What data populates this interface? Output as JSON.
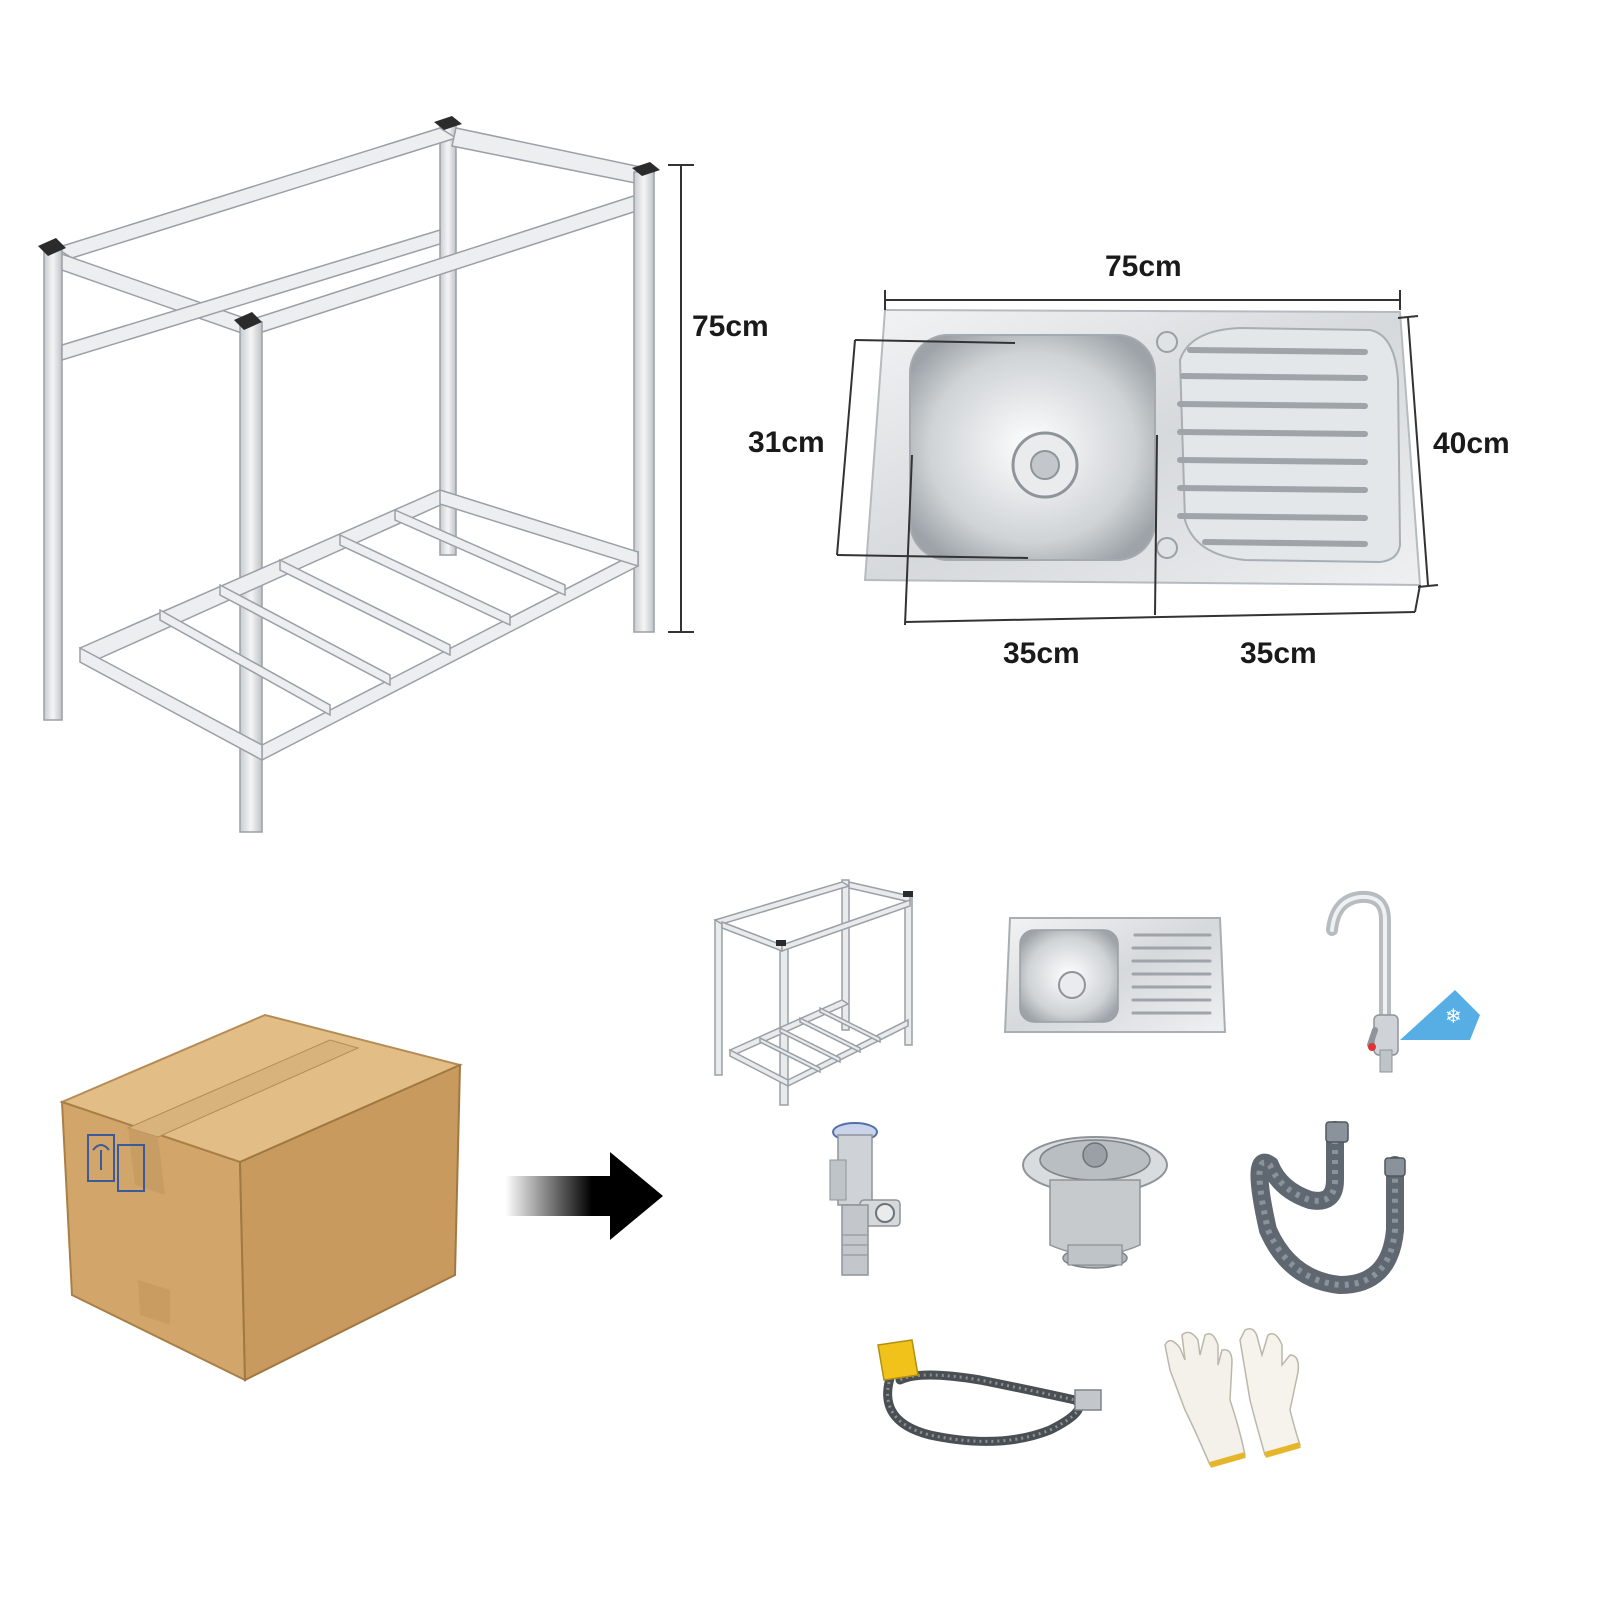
{
  "stand": {
    "height_label": "75cm"
  },
  "sink": {
    "width_label": "75cm",
    "depth_label": "40cm",
    "bowl_depth_label": "31cm",
    "bowl_width_label": "35cm",
    "drainboard_width_label": "35cm"
  },
  "package_contents": {
    "items": [
      "stand-icon",
      "sink-icon",
      "faucet-icon",
      "angle-valve-icon",
      "drain-strainer-icon",
      "drain-pipe-icon",
      "inlet-hose-icon",
      "gloves-icon"
    ]
  },
  "colors": {
    "steel": "#d9dcdf",
    "box": "#d2a76c",
    "faucet_cold": "#3aa0e0"
  }
}
